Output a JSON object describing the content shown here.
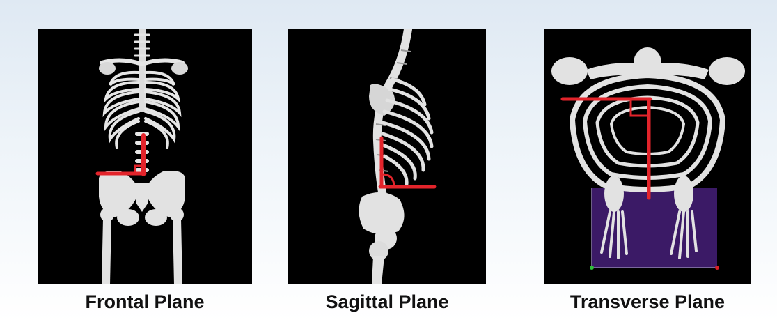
{
  "panels": [
    {
      "caption": "Frontal Plane"
    },
    {
      "caption": "Sagittal Plane"
    },
    {
      "caption": "Transverse Plane"
    }
  ],
  "colors": {
    "background": "#000000",
    "bone": "#e6e6e6",
    "plane_line": "#e3242b",
    "transverse_plane_fill": "#3b1a66"
  }
}
